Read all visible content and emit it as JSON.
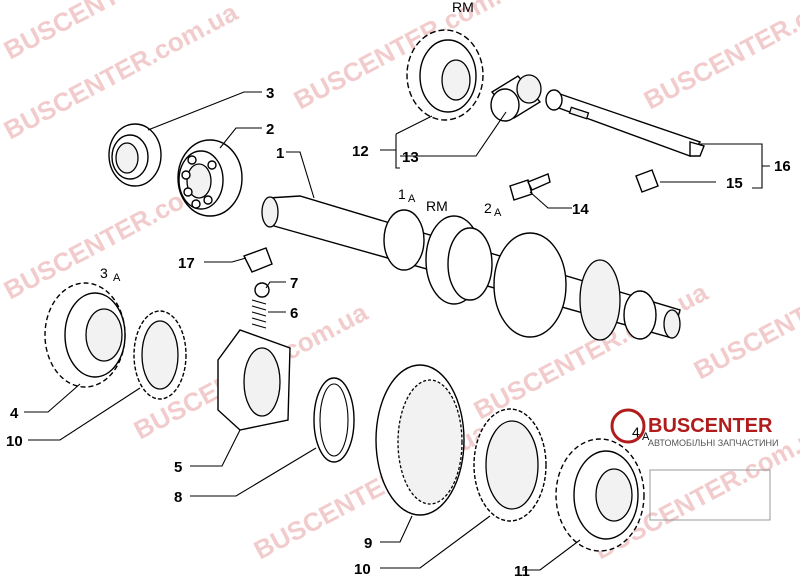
{
  "labels": {
    "l1": "1",
    "l2": "2",
    "l3": "3",
    "l4": "4",
    "l5": "5",
    "l6": "6",
    "l7": "7",
    "l8": "8",
    "l9": "9",
    "l10a": "10",
    "l10b": "10",
    "l11": "11",
    "l12": "12",
    "l13": "13",
    "l14": "14",
    "l15": "15",
    "l16": "16",
    "l17": "17"
  },
  "gear_marks": {
    "rm_top": "RM",
    "first": "1",
    "first_sub": "A",
    "rm_mid": "RM",
    "second": "2",
    "second_sub": "A",
    "third": "3",
    "third_sub": "A",
    "fourth": "4",
    "fourth_sub": "A"
  },
  "watermark": {
    "text": "BUSCENTER",
    "domain": ".com.ua"
  },
  "logo": {
    "brand": "BUSCENTER",
    "subtitle": "АВТОМОБІЛЬНІ ЗАПЧАСТИНИ"
  }
}
